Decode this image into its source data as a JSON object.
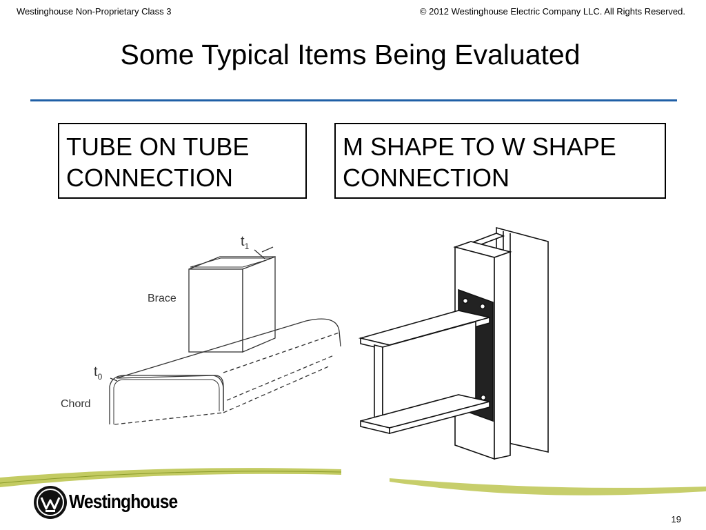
{
  "header": {
    "classification": "Westinghouse Non-Proprietary Class 3",
    "copyright": "© 2012 Westinghouse Electric Company LLC. All Rights Reserved."
  },
  "slide": {
    "title": "Some Typical Items Being Evaluated"
  },
  "panels": [
    {
      "caption_lines": [
        "TUBE ON TUBE",
        "CONNECTION"
      ]
    },
    {
      "caption_lines": [
        "M SHAPE TO W SHAPE",
        "CONNECTION"
      ]
    }
  ],
  "figure_tube": {
    "labels": {
      "brace": "Brace",
      "chord": "Chord",
      "t1_base": "t",
      "t1_sub": "1",
      "t0_base": "t",
      "t0_sub": "0"
    }
  },
  "footer": {
    "logo_text": "Westinghouse",
    "page_number": "19"
  },
  "colors": {
    "rule": "#1f5fa6",
    "swoosh": "#b9c246",
    "logo": "#111111"
  }
}
